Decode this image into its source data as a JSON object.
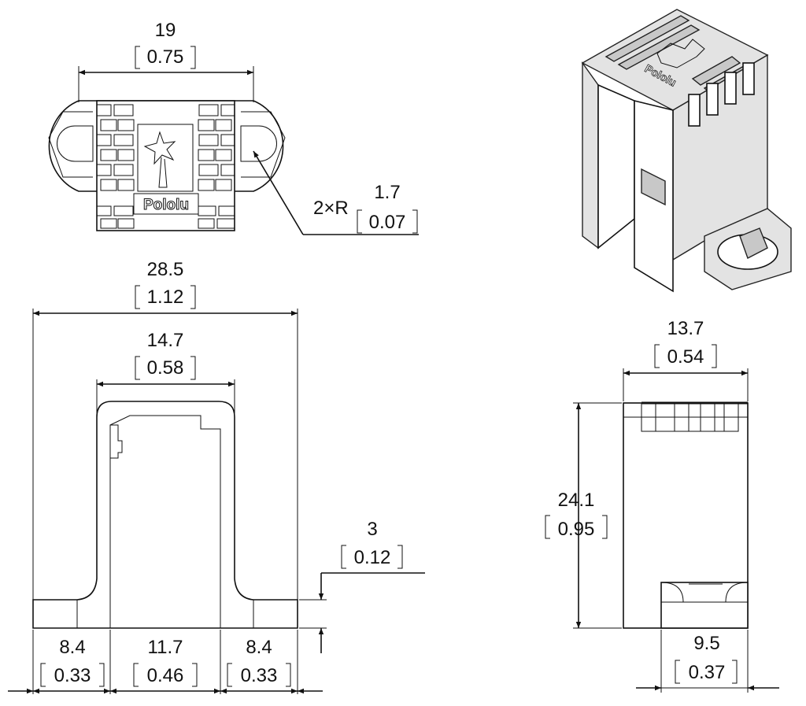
{
  "logo": {
    "text": "Pololu"
  },
  "dimensions": {
    "top_width": {
      "mm": "19",
      "in": "0.75"
    },
    "radius": {
      "prefix": "2×R",
      "mm": "1.7",
      "in": "0.07"
    },
    "overall_width": {
      "mm": "28.5",
      "in": "1.12"
    },
    "inner_width": {
      "mm": "14.7",
      "in": "0.58"
    },
    "foot_height": {
      "mm": "3",
      "in": "0.12"
    },
    "left_foot": {
      "mm": "8.4",
      "in": "0.33"
    },
    "center_gap": {
      "mm": "11.7",
      "in": "0.46"
    },
    "right_foot": {
      "mm": "8.4",
      "in": "0.33"
    },
    "side_width": {
      "mm": "13.7",
      "in": "0.54"
    },
    "side_height": {
      "mm": "24.1",
      "in": "0.95"
    },
    "side_bottom": {
      "mm": "9.5",
      "in": "0.37"
    }
  },
  "colors": {
    "line": "#111111",
    "shade": "#e3e3e3",
    "dark_shade": "#c8c8c8"
  }
}
